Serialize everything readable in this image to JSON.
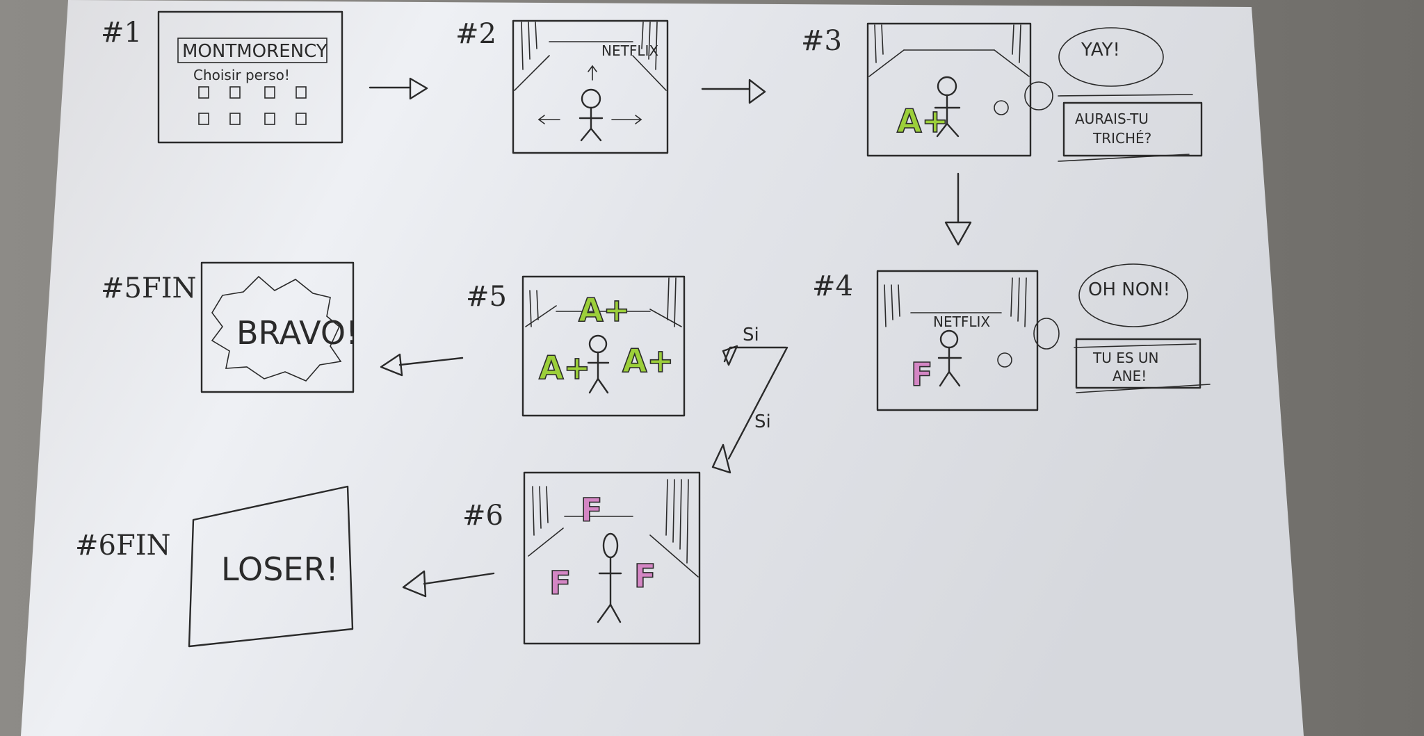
{
  "frames": {
    "f1": {
      "label": "#1",
      "title": "MONTMORENCY",
      "subtitle": "Choisir perso!"
    },
    "f2": {
      "label": "#2",
      "logo": "NETFLIX"
    },
    "f3": {
      "label": "#3",
      "grade": "A+",
      "bubble": "YAY!",
      "caption_line1": "AURAIS-TU",
      "caption_line2": "TRICHÉ?"
    },
    "f4": {
      "label": "#4",
      "logo": "NETFLIX",
      "grade": "F",
      "bubble": "OH NON!",
      "caption_line1": "TU ES UN",
      "caption_line2": "ANE!"
    },
    "f5": {
      "label": "#5",
      "grade": "A+"
    },
    "f5fin": {
      "label": "#5FIN",
      "text": "BRAVO!"
    },
    "f6": {
      "label": "#6",
      "grade": "F"
    },
    "f6fin": {
      "label": "#6FIN",
      "text": "LOSER!"
    }
  },
  "branches": {
    "up": "Si",
    "down": "Si"
  },
  "colors": {
    "paper": "#eceef2",
    "ink": "#2a2a2a",
    "grade_a": "#9ccf3a",
    "grade_f": "#d486c4"
  }
}
